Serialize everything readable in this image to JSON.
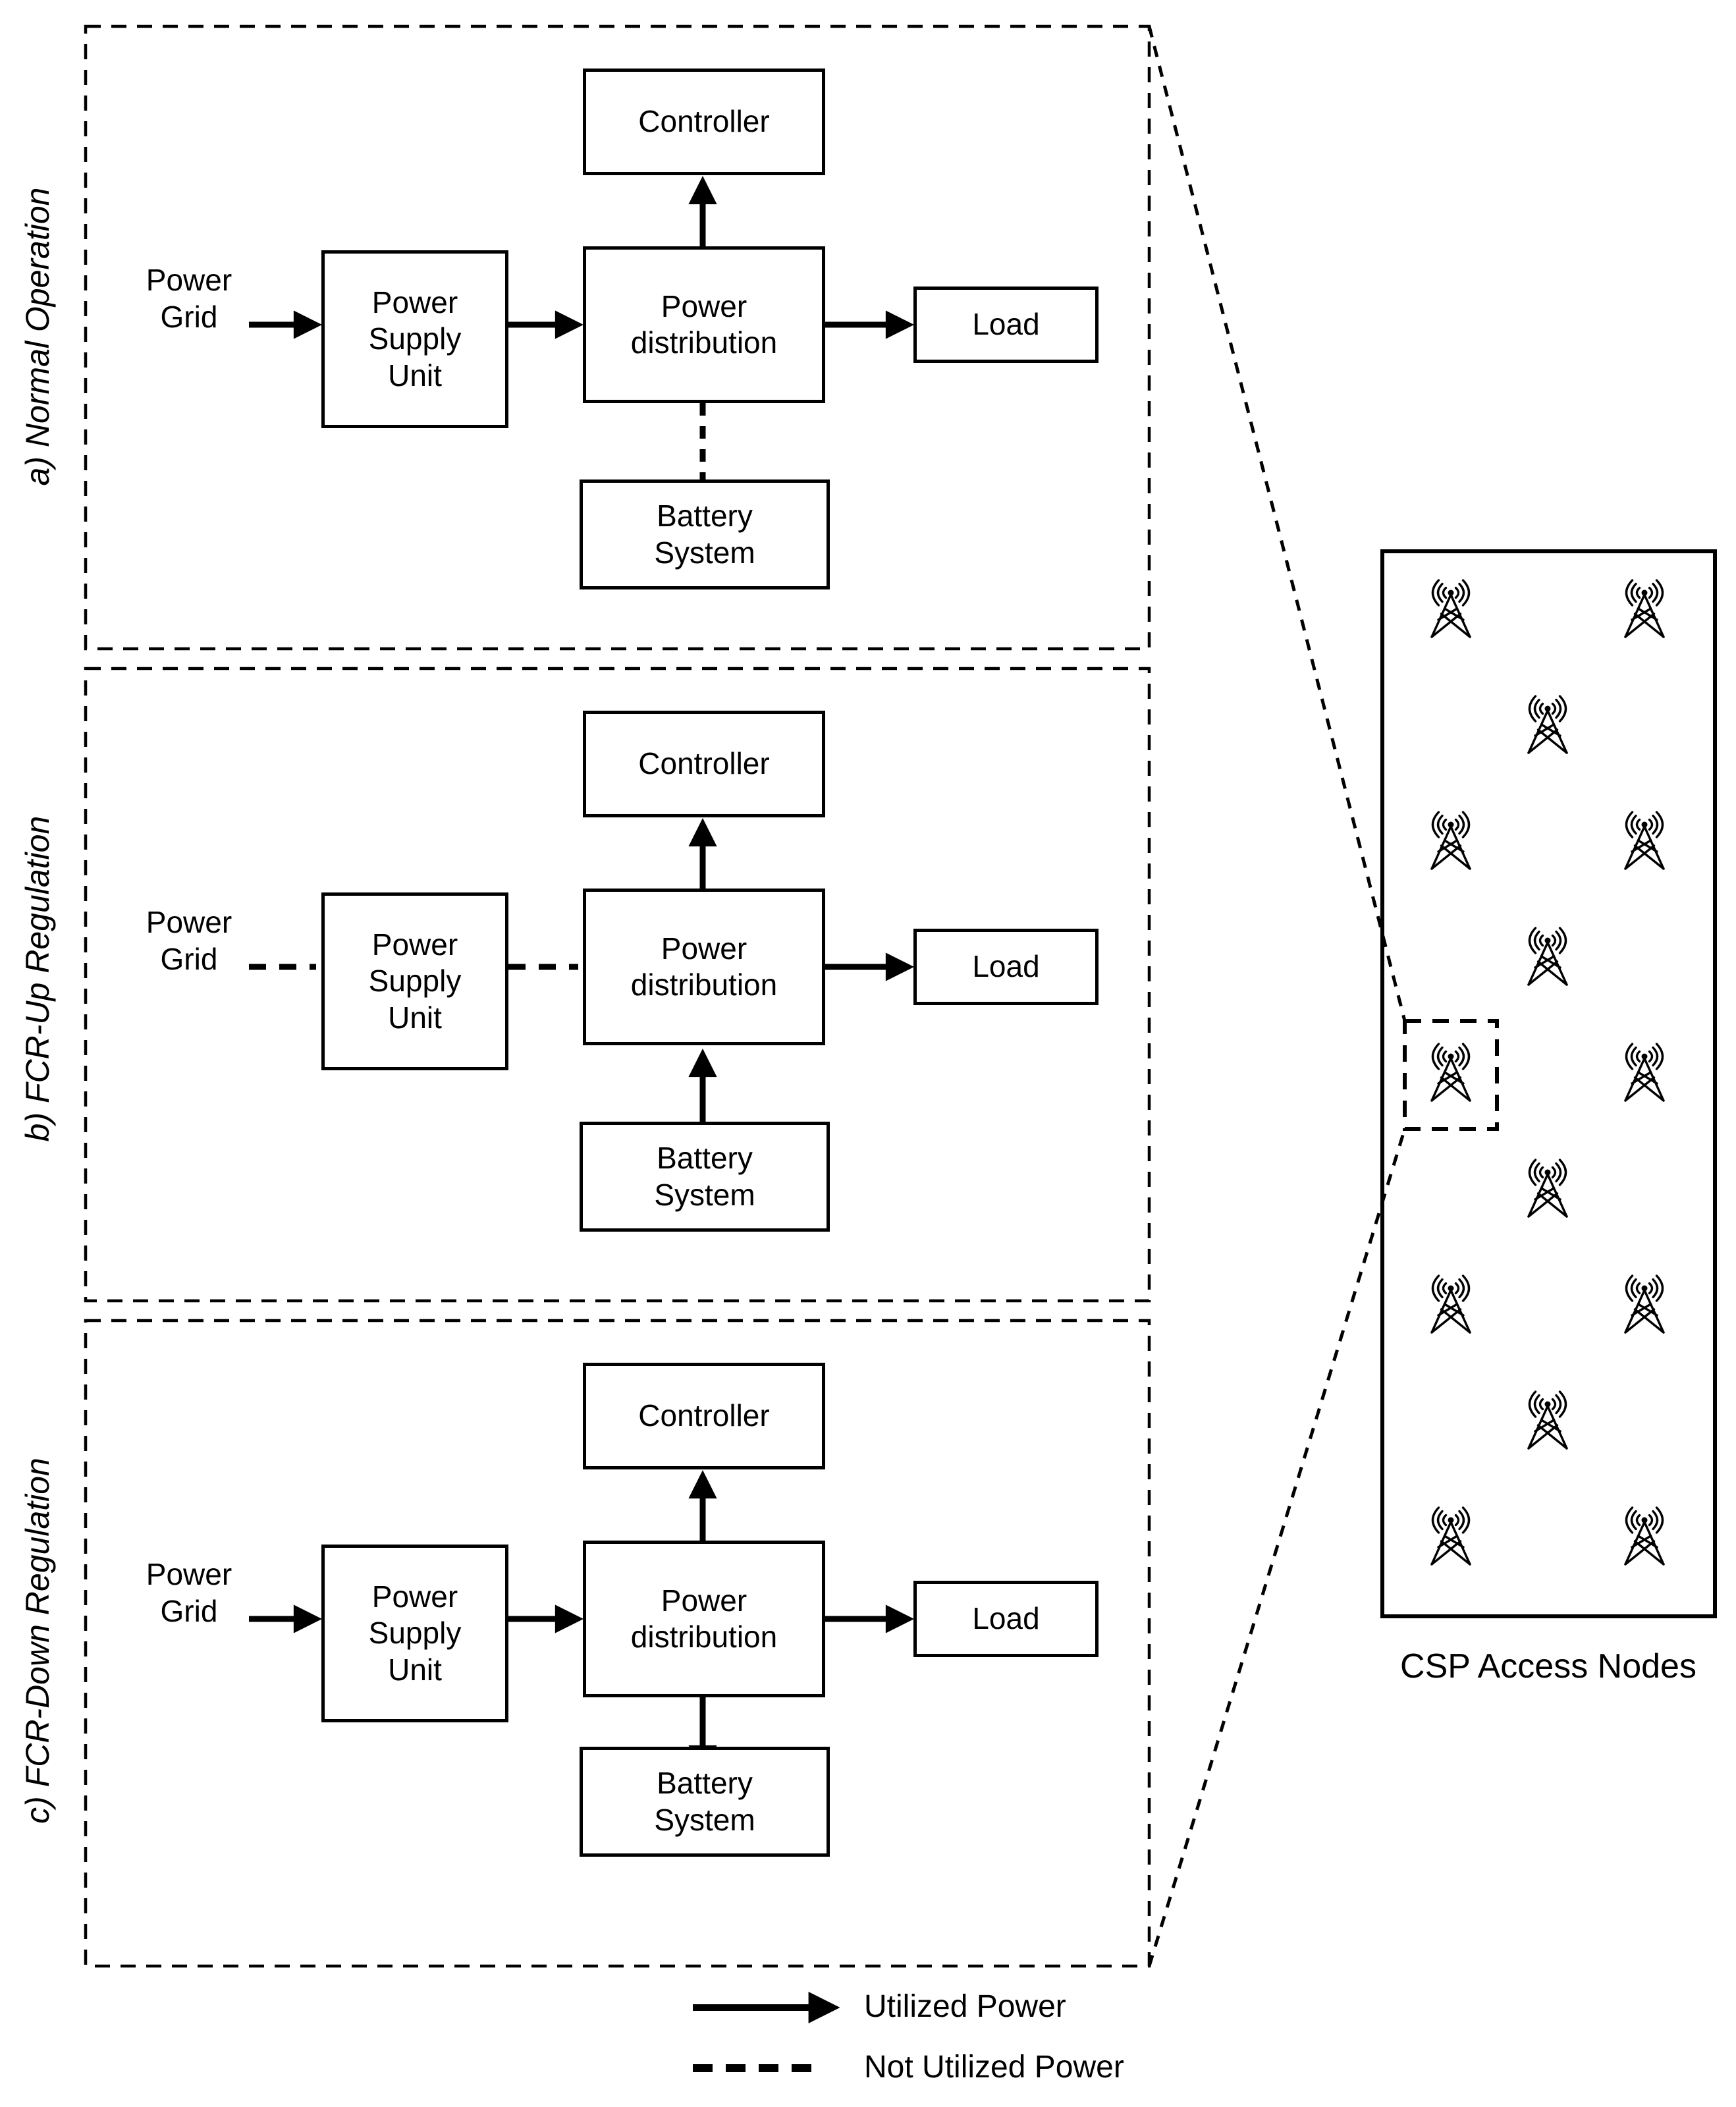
{
  "figure": {
    "kind": "block-diagram",
    "description_visible_text_only": true
  },
  "sections": [
    {
      "id": "a",
      "label": "a) Normal Operation",
      "blocks": {
        "source": "Power\nGrid",
        "psu": "Power\nSupply\nUnit",
        "distribution": "Power\ndistribution",
        "controller": "Controller",
        "load": "Load",
        "battery": "Battery\nSystem"
      },
      "links": {
        "grid_to_psu": "utilized",
        "psu_to_distribution": "utilized",
        "distribution_to_load": "utilized",
        "distribution_to_controller": "utilized",
        "distribution_to_battery": "not-utilized"
      }
    },
    {
      "id": "b",
      "label": "b) FCR-Up Regulation",
      "blocks": {
        "source": "Power\nGrid",
        "psu": "Power\nSupply\nUnit",
        "distribution": "Power\ndistribution",
        "controller": "Controller",
        "load": "Load",
        "battery": "Battery\nSystem"
      },
      "links": {
        "grid_to_psu": "not-utilized",
        "psu_to_distribution": "not-utilized",
        "distribution_to_load": "utilized",
        "distribution_to_controller": "utilized",
        "battery_to_distribution": "utilized"
      }
    },
    {
      "id": "c",
      "label": "c) FCR-Down Regulation",
      "blocks": {
        "source": "Power\nGrid",
        "psu": "Power\nSupply\nUnit",
        "distribution": "Power\ndistribution",
        "controller": "Controller",
        "load": "Load",
        "battery": "Battery\nSystem"
      },
      "links": {
        "grid_to_psu": "utilized",
        "psu_to_distribution": "utilized",
        "distribution_to_load": "utilized",
        "distribution_to_controller": "utilized",
        "distribution_to_battery": "utilized"
      }
    }
  ],
  "right_panel": {
    "caption": "CSP Access Nodes",
    "tower_count": 14,
    "highlighted_tower_index": 6
  },
  "legend": {
    "utilized": "Utilized Power",
    "not_utilized": "Not Utilized Power"
  },
  "icons": {
    "access_node": "cell-tower-icon"
  },
  "colors": {
    "ink": "#000000",
    "paper": "#ffffff"
  }
}
